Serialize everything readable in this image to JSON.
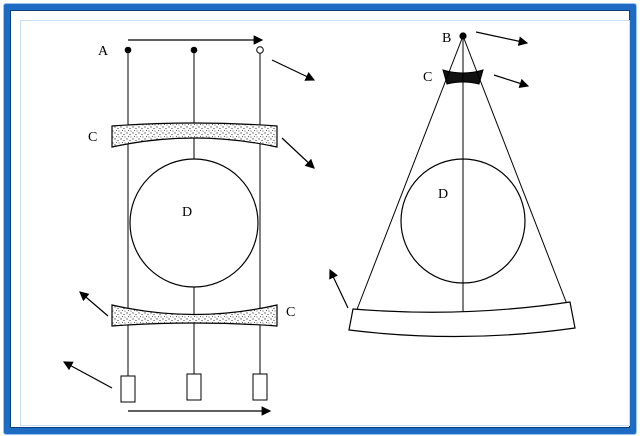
{
  "diagram": {
    "labels": {
      "a": "A",
      "b": "B",
      "c_top_left": "C",
      "c_bottom_left": "C",
      "c_right": "C",
      "d_left": "D",
      "d_right": "D"
    },
    "colors": {
      "frame": "#1e6bc4",
      "ink": "#000000",
      "grain": "#6a6a6a"
    }
  }
}
